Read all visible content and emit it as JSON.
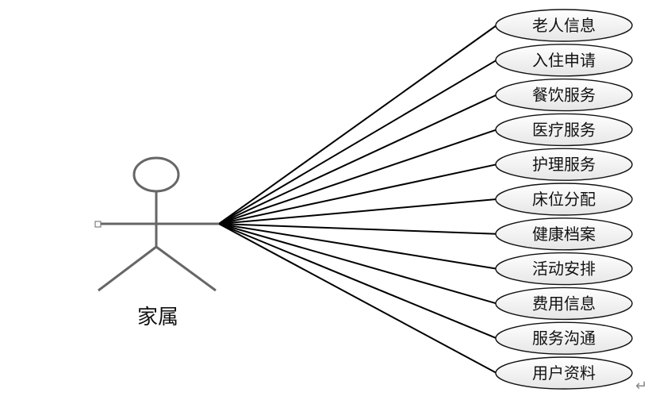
{
  "actor": {
    "label": "家属"
  },
  "use_cases": [
    {
      "label": "老人信息"
    },
    {
      "label": "入住申请"
    },
    {
      "label": "餐饮服务"
    },
    {
      "label": "医疗服务"
    },
    {
      "label": "护理服务"
    },
    {
      "label": "床位分配"
    },
    {
      "label": "健康档案"
    },
    {
      "label": "活动安排"
    },
    {
      "label": "费用信息"
    },
    {
      "label": "服务沟通"
    },
    {
      "label": "用户资料"
    }
  ],
  "colors": {
    "line": "#000000",
    "actor": "#666666",
    "ellipse_fill_top": "#ffffff",
    "ellipse_fill_bottom": "#e8e8e8"
  }
}
